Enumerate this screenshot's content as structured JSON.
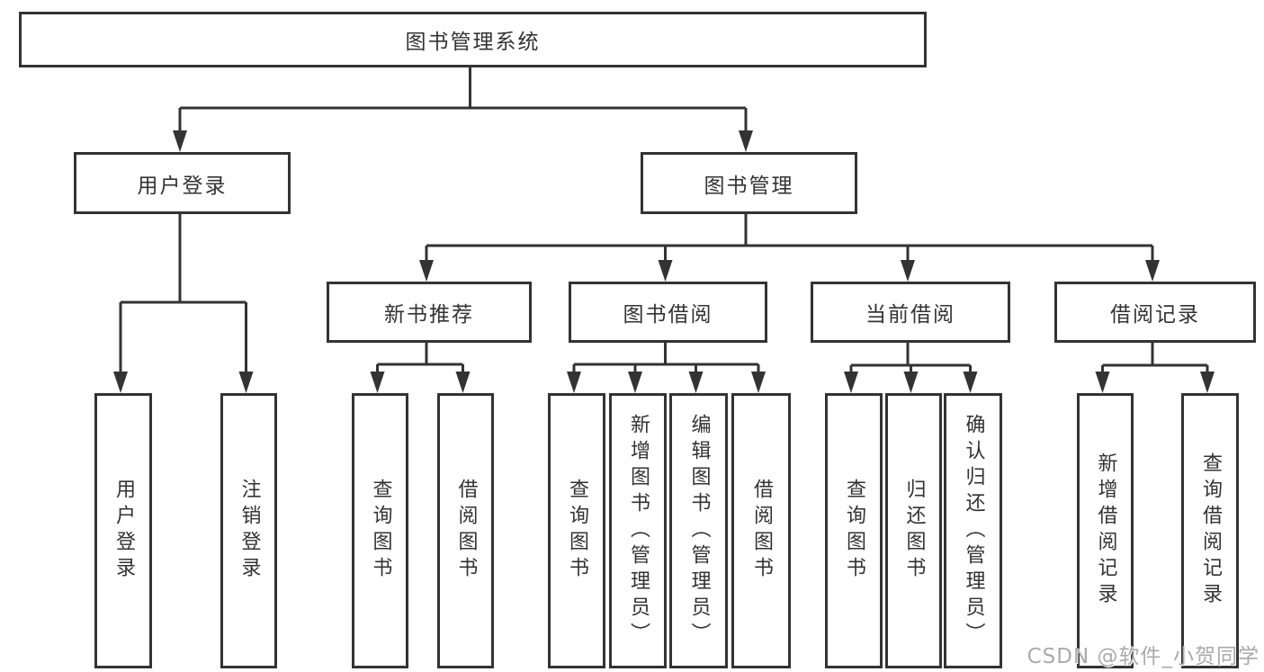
{
  "diagram": {
    "root": "图书管理系统",
    "level2": {
      "user_login": "用户登录",
      "book_management": "图书管理"
    },
    "level3": {
      "new_book_recommend": "新书推荐",
      "book_borrow": "图书借阅",
      "current_borrow": "当前借阅",
      "borrow_records": "借阅记录"
    },
    "leaves": {
      "user_login": "用户登录",
      "logout": "注销登录",
      "recommend_query_books": "查询图书",
      "recommend_borrow_books": "借阅图书",
      "borrow_query_books": "查询图书",
      "borrow_add_books": "新增图书（管理员）",
      "borrow_edit_books": "编辑图书（管理员）",
      "borrow_borrow_books": "借阅图书",
      "current_query_books": "查询图书",
      "current_return_books": "归还图书",
      "current_confirm_return": "确认归还（管理员）",
      "records_add_record": "新增借阅记录",
      "records_query_record": "查询借阅记录"
    },
    "colors": {
      "line": "#333333",
      "text": "#333333",
      "watermark": "#aaaaaa"
    }
  },
  "watermark": "CSDN @软件_小贺同学"
}
